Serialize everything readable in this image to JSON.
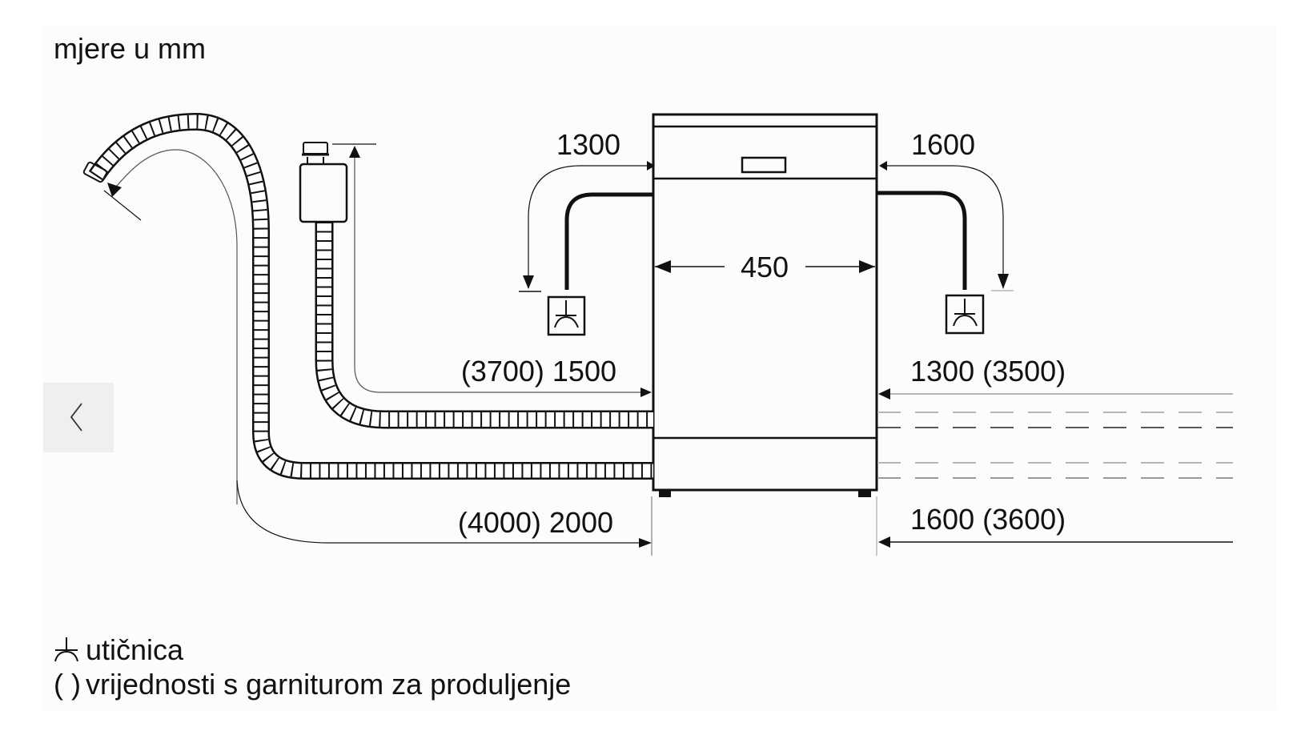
{
  "title": "mjere u mm",
  "dimensions": {
    "power_left": "1300",
    "power_right": "1600",
    "width": "450",
    "inlet_left": "(3700) 1500",
    "inlet_right": "1300 (3500)",
    "drain_left": "(4000) 2000",
    "drain_right": "1600 (3600)"
  },
  "legend": [
    {
      "symbol": "socket-icon",
      "text": "utičnica"
    },
    {
      "symbol": "( )",
      "text": "vrijednosti s garniturom za produljenje"
    }
  ],
  "navigation": {
    "prev_icon": "chevron-left-icon"
  },
  "colors": {
    "line": "#111111",
    "gray_line": "#b5b5b5",
    "panel_bg": "#fcfcfc",
    "button_bg": "#eeeff0"
  }
}
